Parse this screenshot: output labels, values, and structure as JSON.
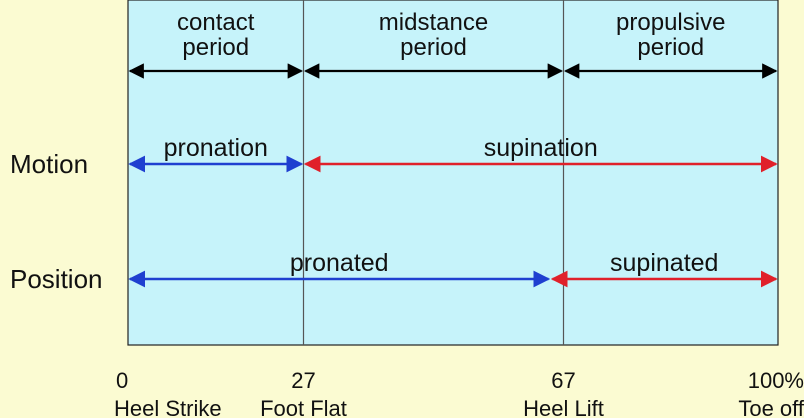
{
  "periods": [
    {
      "label_line1": "contact",
      "label_line2": "period",
      "start": 0,
      "end": 27
    },
    {
      "label_line1": "midstance",
      "label_line2": "period",
      "start": 27,
      "end": 67
    },
    {
      "label_line1": "propulsive",
      "label_line2": "period",
      "start": 67,
      "end": 100
    }
  ],
  "rows": [
    {
      "label": "Motion",
      "segments": [
        {
          "label": "pronation",
          "start": 0,
          "end": 27,
          "color": "#1f3fd0"
        },
        {
          "label": "supination",
          "start": 27,
          "end": 100,
          "color": "#e0202a"
        }
      ]
    },
    {
      "label": "Position",
      "segments": [
        {
          "label": "pronated",
          "start": 0,
          "end": 65,
          "color": "#1f3fd0"
        },
        {
          "label": "supinated",
          "start": 65,
          "end": 100,
          "color": "#e0202a"
        }
      ]
    }
  ],
  "ticks": [
    {
      "value": 0,
      "value_label": "0",
      "event": "Heel Strike"
    },
    {
      "value": 27,
      "value_label": "27",
      "event": "Foot Flat"
    },
    {
      "value": 67,
      "value_label": "67",
      "event": "Heel Lift"
    },
    {
      "value": 100,
      "value_label": "100%",
      "event": "Toe off"
    }
  ],
  "colors": {
    "panel": "#c6f3fa",
    "background": "#fbfbd2",
    "period_arrow": "#000000"
  }
}
